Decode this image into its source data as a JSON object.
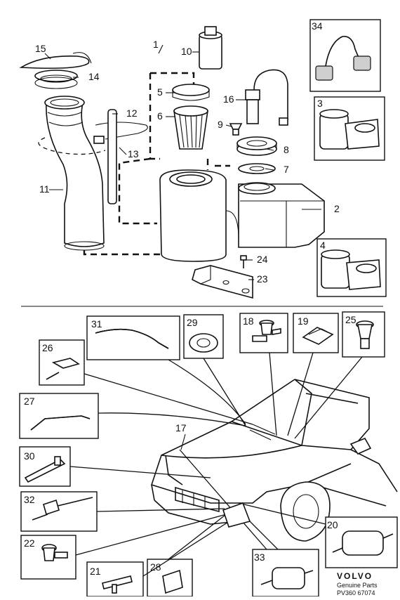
{
  "callouts": {
    "c1": "1",
    "c2": "2",
    "c3": "3",
    "c4": "4",
    "c5": "5",
    "c6": "6",
    "c7": "7",
    "c8": "8",
    "c9": "9",
    "c10": "10",
    "c11": "11",
    "c12": "12",
    "c13": "13",
    "c14": "14",
    "c15": "15",
    "c16": "16",
    "c17": "17",
    "c18": "18",
    "c19": "19",
    "c20": "20",
    "c21": "21",
    "c22": "22",
    "c23": "23",
    "c24": "24",
    "c25": "25",
    "c26": "26",
    "c27": "27",
    "c28": "28",
    "c29": "29",
    "c30": "30",
    "c31": "31",
    "c32": "32",
    "c33": "33",
    "c34": "34"
  },
  "footer": {
    "brand": "VOLVO",
    "caption": "Genuine Parts",
    "code": "PV360 67074"
  }
}
